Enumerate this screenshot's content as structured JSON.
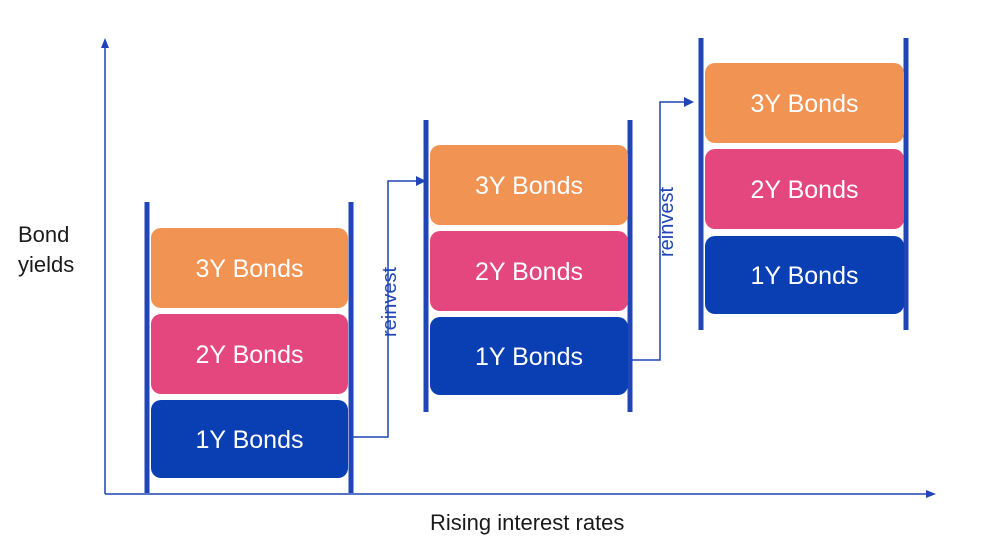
{
  "colors": {
    "axis": "#1f45b6",
    "rail": "#1f45b6",
    "bond_1y": "#0a3fb4",
    "bond_2y": "#e4477d",
    "bond_3y": "#f09353",
    "bond_text": "#ffffff",
    "arrow": "#1f45b6",
    "reinvest_text": "#1f45b6"
  },
  "axes": {
    "y_label_line1": "Bond",
    "y_label_line2": "yields",
    "x_label": "Rising interest rates"
  },
  "ladders": [
    {
      "bonds": [
        "3Y Bonds",
        "2Y Bonds",
        "1Y Bonds"
      ]
    },
    {
      "bonds": [
        "3Y Bonds",
        "2Y Bonds",
        "1Y Bonds"
      ]
    },
    {
      "bonds": [
        "3Y Bonds",
        "2Y Bonds",
        "1Y Bonds"
      ]
    }
  ],
  "arrows": [
    {
      "label": "reinvest"
    },
    {
      "label": "reinvest"
    }
  ]
}
